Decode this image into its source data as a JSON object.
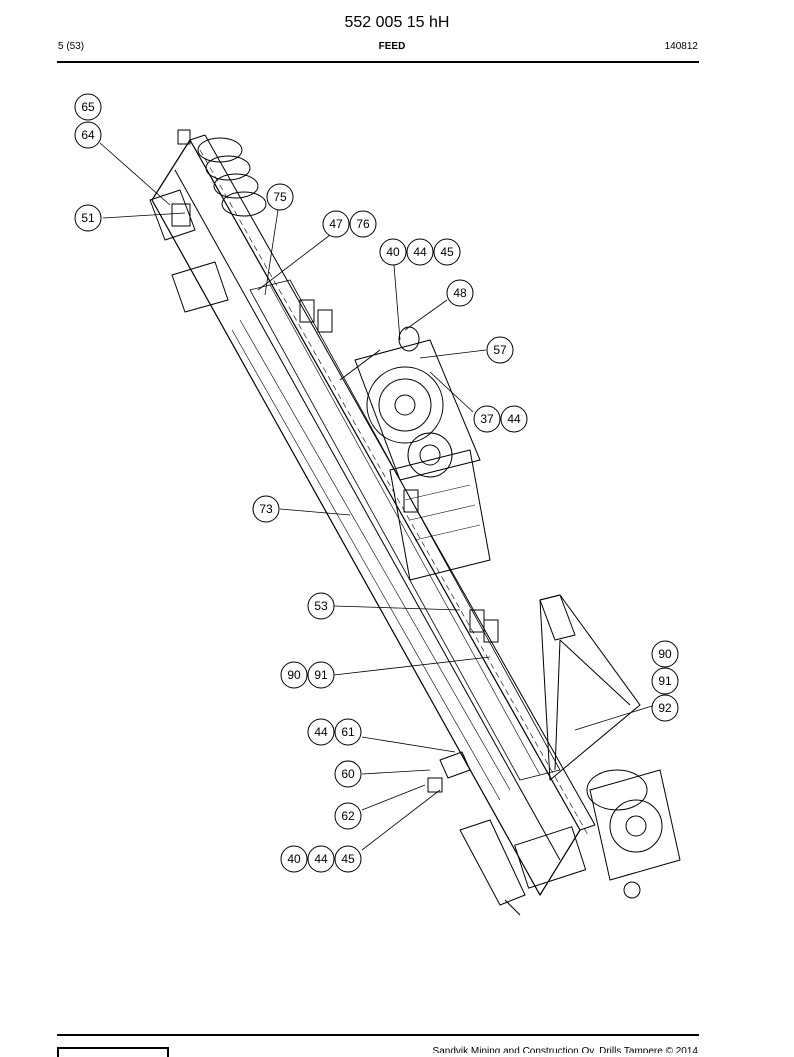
{
  "header": {
    "doc_number": "552 005 15 hH",
    "page": "5 (53)",
    "section": "FEED",
    "date": "140812"
  },
  "callouts": [
    {
      "id": "c65",
      "label": "65"
    },
    {
      "id": "c64",
      "label": "64"
    },
    {
      "id": "c51",
      "label": "51"
    },
    {
      "id": "c75",
      "label": "75"
    },
    {
      "id": "c47",
      "label": "47"
    },
    {
      "id": "c76",
      "label": "76"
    },
    {
      "id": "c40a",
      "label": "40"
    },
    {
      "id": "c44a",
      "label": "44"
    },
    {
      "id": "c45a",
      "label": "45"
    },
    {
      "id": "c48",
      "label": "48"
    },
    {
      "id": "c57",
      "label": "57"
    },
    {
      "id": "c37",
      "label": "37"
    },
    {
      "id": "c44b",
      "label": "44"
    },
    {
      "id": "c73",
      "label": "73"
    },
    {
      "id": "c53",
      "label": "53"
    },
    {
      "id": "c90a",
      "label": "90"
    },
    {
      "id": "c91a",
      "label": "91"
    },
    {
      "id": "c90b",
      "label": "90"
    },
    {
      "id": "c91b",
      "label": "91"
    },
    {
      "id": "c92",
      "label": "92"
    },
    {
      "id": "c44c",
      "label": "44"
    },
    {
      "id": "c61",
      "label": "61"
    },
    {
      "id": "c60",
      "label": "60"
    },
    {
      "id": "c62",
      "label": "62"
    },
    {
      "id": "c40b",
      "label": "40"
    },
    {
      "id": "c44d",
      "label": "44"
    },
    {
      "id": "c45b",
      "label": "45"
    }
  ],
  "footer": {
    "copyright": "Sandvik Mining and Construction Oy, Drills Tampere © 2014"
  }
}
